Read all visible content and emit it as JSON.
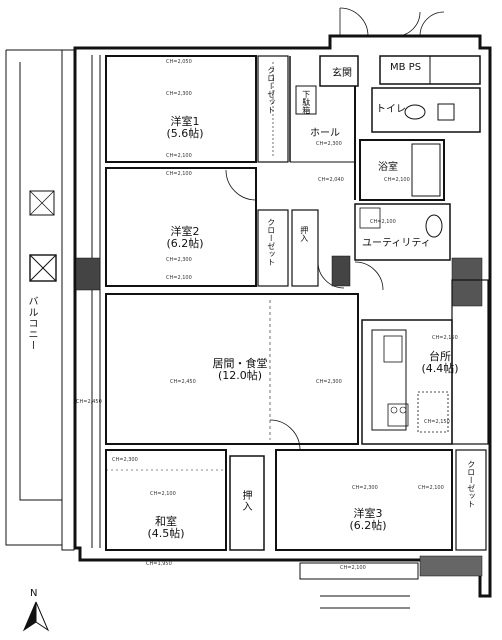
{
  "rooms": {
    "western1": {
      "name": "洋室1",
      "size": "(5.6帖)"
    },
    "western2": {
      "name": "洋室2",
      "size": "(6.2帖)"
    },
    "western3": {
      "name": "洋室3",
      "size": "(6.2帖)"
    },
    "living": {
      "name": "居間・食堂",
      "size": "(12.0帖)"
    },
    "kitchen": {
      "name": "台所",
      "size": "(4.4帖)"
    },
    "washitsu": {
      "name": "和室",
      "size": "(4.5帖)"
    },
    "hall": "ホール",
    "entrance": "玄関",
    "bath": "浴室",
    "utility": "ユーティリティ",
    "toilet": "トイレ",
    "mbps": "MB PS",
    "balcony": "バルコニー"
  },
  "closets": {
    "closet_w1": "クローゼット",
    "closet_w2": "クローゼット",
    "closet_w3": "クローゼット",
    "push_in_hall": "押入",
    "push_in_washitsu": "押入",
    "shoebox": "下駄箱"
  },
  "ceiling_heights": {
    "w1_a": "CH=2,300",
    "w1_b": "CH=2,100",
    "w1_top": "CH=2,050",
    "w2_top": "CH=2,100",
    "w2_a": "CH=2,300",
    "w2_b": "CH=2,100",
    "hall": "CH=2,300",
    "hall_b": "CH=2,040",
    "living_a": "CH=2,450",
    "living_b": "CH=2,300",
    "living_left": "CH=2,450",
    "kitchen": "CH=2,150",
    "kitchen_b": "CH=2,150",
    "washitsu_a": "CH=2,100",
    "washitsu_b": "CH=2,300",
    "washitsu_c": "CH=1,950",
    "w3_a": "CH=2,300",
    "w3_b": "CH=2,100",
    "w3_c": "CH=2,100",
    "bath": "CH=2,100",
    "utility": "CH=2,100"
  },
  "north_label": "N"
}
